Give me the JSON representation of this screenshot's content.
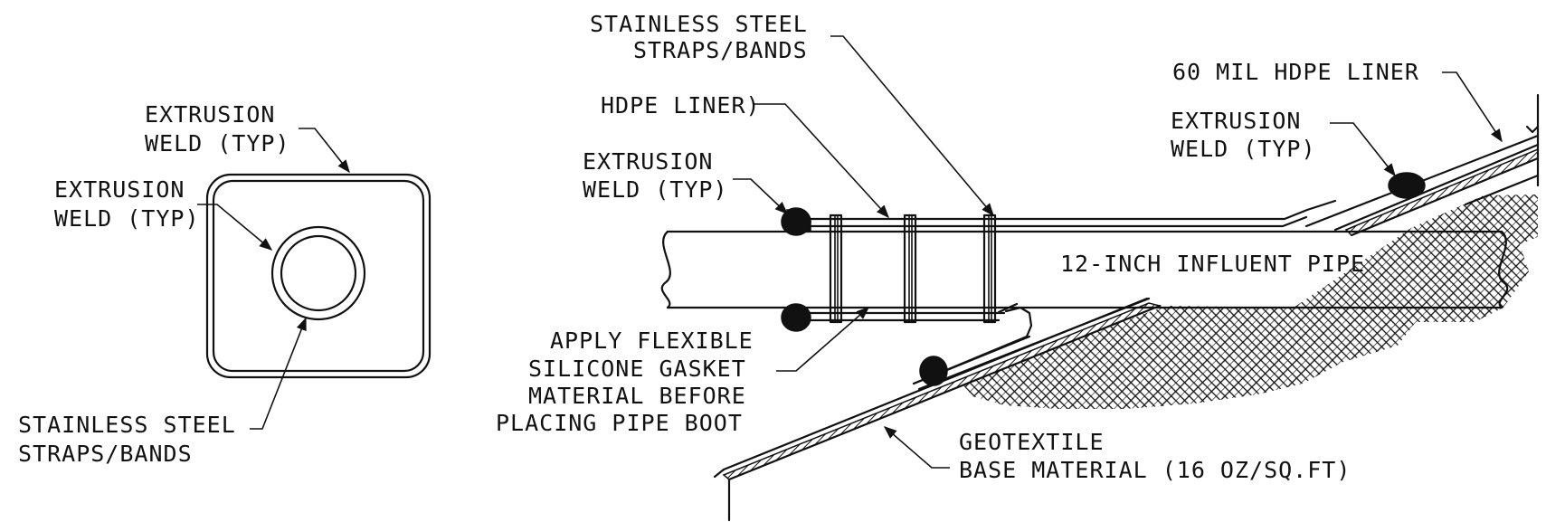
{
  "left_view": {
    "extrusion_weld_outer": [
      "EXTRUSION",
      "WELD (TYP)"
    ],
    "extrusion_weld_inner": [
      "EXTRUSION",
      "WELD (TYP)"
    ],
    "straps": [
      "STAINLESS STEEL",
      "STRAPS/BANDS"
    ]
  },
  "right_view": {
    "straps": [
      "STAINLESS STEEL",
      "STRAPS/BANDS"
    ],
    "hdpe_liner": "HDPE LINER)",
    "extrusion_weld_left": [
      "EXTRUSION",
      "WELD (TYP)"
    ],
    "liner_60mil": "60 MIL HDPE LINER",
    "extrusion_weld_right": [
      "EXTRUSION",
      "WELD (TYP)"
    ],
    "pipe_label": "12-INCH INFLUENT PIPE",
    "gasket_note": [
      "APPLY FLEXIBLE",
      "SILICONE GASKET",
      "MATERIAL BEFORE",
      "PLACING PIPE BOOT"
    ],
    "geotextile": [
      "GEOTEXTILE",
      "BASE MATERIAL (16 OZ/SQ.FT)"
    ]
  }
}
